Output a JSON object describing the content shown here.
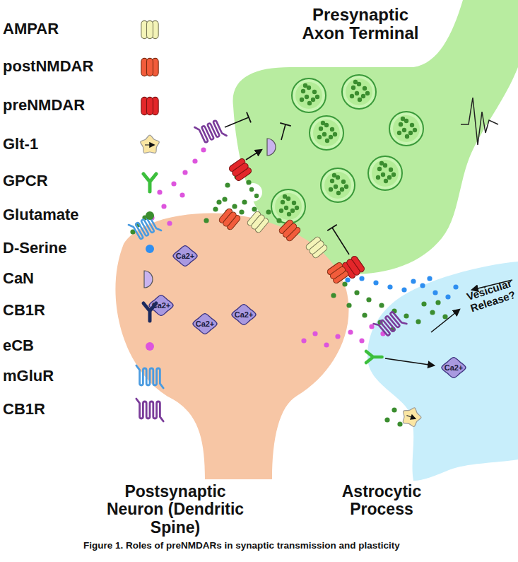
{
  "diagram": {
    "caption": "Figure 1. Roles of preNMDARs in synaptic transmission and plasticity",
    "nodes": [
      {
        "text": [
          "Presynaptic Axon Terminal"
        ]
      },
      {
        "text": [
          "Postsynaptic Neuron (Dendritic Spine)"
        ]
      },
      {
        "text": [
          "Astrocytic Process"
        ]
      },
      {
        "text": [
          "Ca2+"
        ],
        "in": 1
      },
      {
        "text": [
          "Ca2+"
        ],
        "in": 1
      },
      {
        "text": [
          "Ca2+"
        ],
        "in": 1
      },
      {
        "text": [
          "Ca2+"
        ],
        "in": 1
      },
      {
        "text": [
          "Ca2+"
        ],
        "in": 2
      }
    ],
    "labels": [
      "Vesicular Release?"
    ],
    "legend": [
      {
        "text": "AMPAR"
      },
      {
        "text": "postNMDAR"
      },
      {
        "text": "preNMDAR"
      },
      {
        "text": "Glt-1"
      },
      {
        "text": "GPCR"
      },
      {
        "text": "Glutamate",
        "color": "#3b8d2f"
      },
      {
        "text": "D-Serine",
        "color": "#2e8ef0"
      },
      {
        "text": "CaN"
      },
      {
        "text": "CB1R"
      },
      {
        "text": "eCB",
        "color": "#dd55dd"
      },
      {
        "text": "mGluR"
      },
      {
        "text": "CB1R"
      }
    ]
  }
}
